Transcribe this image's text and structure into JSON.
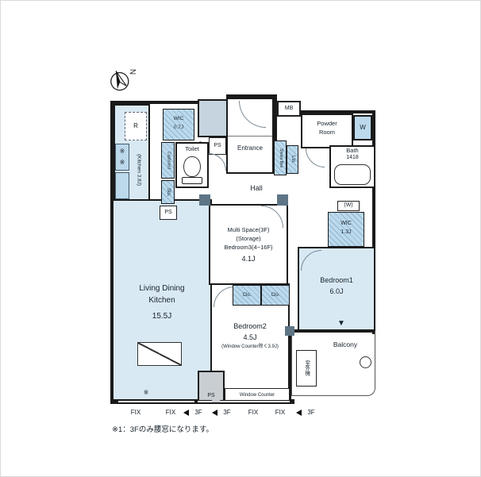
{
  "colors": {
    "wall": "#1a1a1a",
    "room_fill": "#d9e9f4",
    "fixture_fill": "#bcd9ec",
    "hatch_line": "#8fb6d2",
    "shaft_fill": "#c5d4de",
    "gray_fill": "#c9ced3"
  },
  "compass": {
    "label": "N"
  },
  "rooms": {
    "kitchen": {
      "label": "(Kitchen 3.8J)"
    },
    "wic_small": {
      "label": "WIC",
      "size": "0.7J"
    },
    "toilet": {
      "label": "Toilet"
    },
    "entrance": {
      "label": "Entrance"
    },
    "powder_room": {
      "line1": "Powder",
      "line2": "Room"
    },
    "bath": {
      "label": "Bath",
      "size": "1418"
    },
    "hall": {
      "label": "Hall"
    },
    "multi_space": {
      "line1": "Multi Space(3F)",
      "line2": "(Storage)",
      "line3": "Bedroom3(4~16F)",
      "size": "4.1J"
    },
    "wic": {
      "label": "WIC",
      "size": "1.3J"
    },
    "bedroom1": {
      "label": "Bedroom1",
      "size": "6.0J"
    },
    "ldk": {
      "line1": "Living Dining",
      "line2": "Kitchen",
      "size": "15.5J"
    },
    "bedroom2": {
      "label": "Bedroom2",
      "size": "4.5J",
      "note": "(Window Counter除く3.9J)"
    },
    "window_counter": {
      "label": "Window Counter"
    },
    "balcony": {
      "label": "Balcony"
    }
  },
  "fixtures": {
    "refrigerator": "R",
    "meter_box": "MB",
    "washer": "W",
    "window_mark": "(W)",
    "counter": "Counter",
    "cupboard": "Cupboard",
    "storage": "Sto.",
    "shoes_box": "Shoes Box",
    "linen": "Lin.",
    "closet1": "Clo.",
    "closet2": "Clo.",
    "ps_top": "PS",
    "ps_mid": "PS",
    "ps_bottom": "PS",
    "stove_mark_1": "※",
    "stove_mark_2": "※",
    "outdoor_unit": "室外機",
    "balcony_arrow": "▼",
    "window_note_mark": "※"
  },
  "openings": [
    "FIX",
    "FIX",
    "3F",
    "3F",
    "FIX",
    "FIX",
    "3F"
  ],
  "footnote": "※1：3Fのみ腰窓になります。"
}
